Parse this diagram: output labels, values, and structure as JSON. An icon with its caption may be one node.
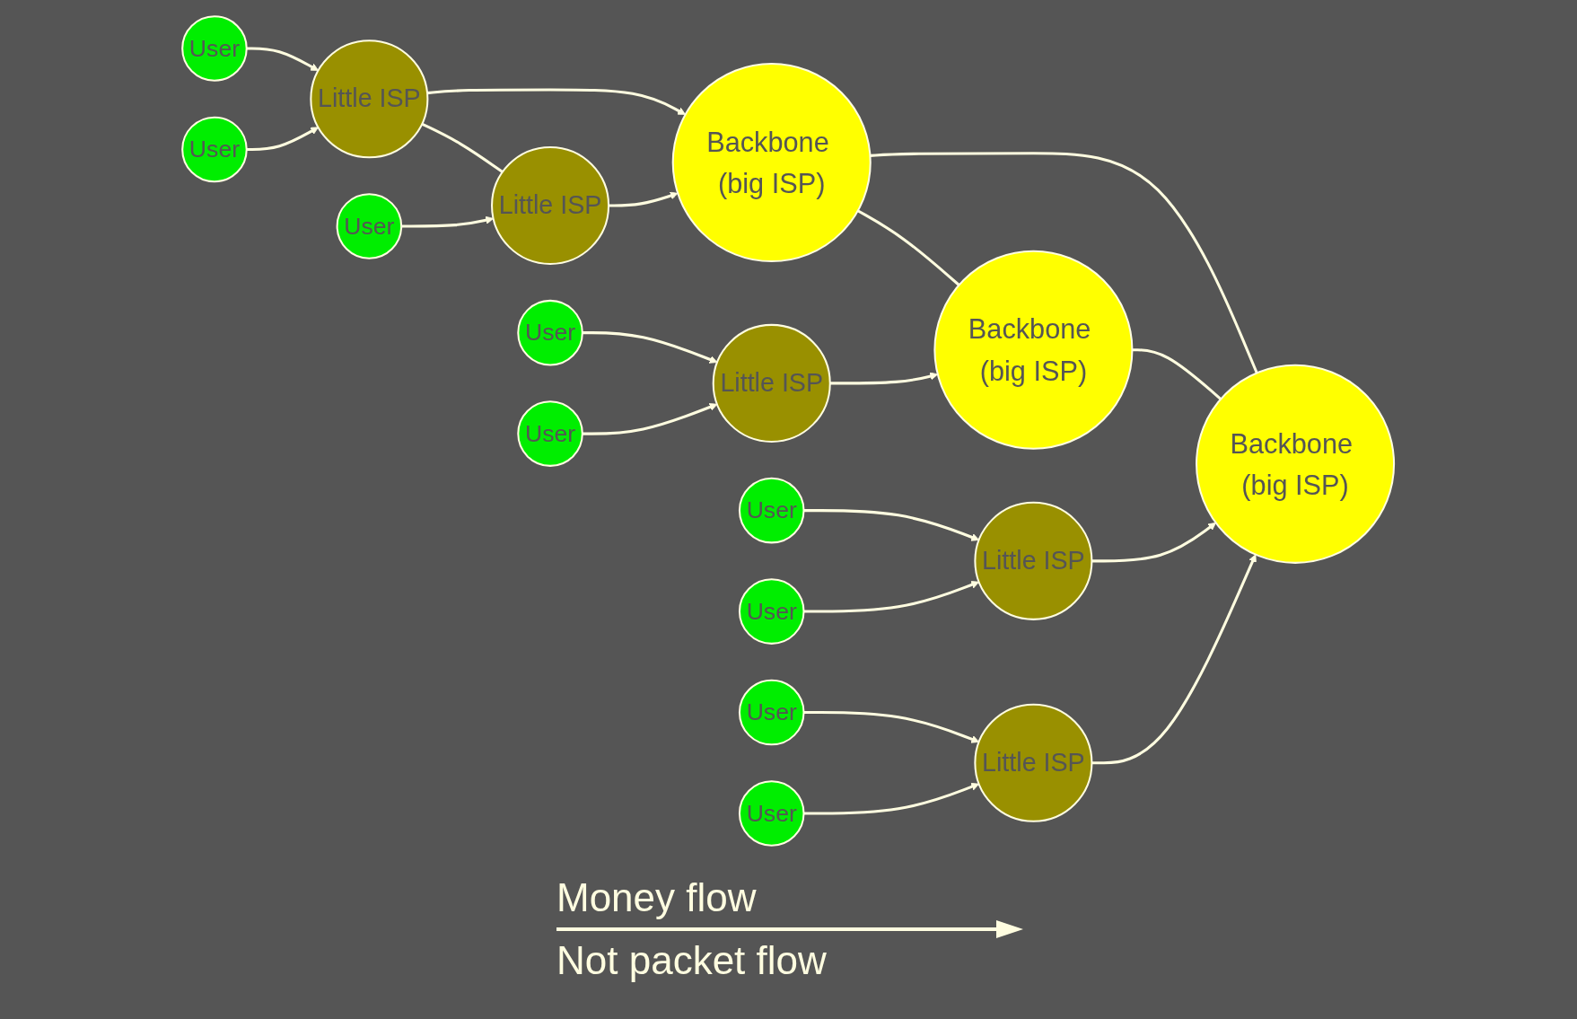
{
  "diagram": {
    "nodes": [
      {
        "text": [
          "User"
        ]
      },
      {
        "text": [
          "Little ISP"
        ]
      },
      {
        "text": [
          "User"
        ]
      },
      {
        "text": [
          "Little ISP"
        ]
      },
      {
        "text": [
          "User"
        ]
      },
      {
        "text": [
          "Backbone (big ISP)"
        ]
      },
      {
        "text": [
          "User"
        ]
      },
      {
        "text": [
          "Little ISP"
        ]
      },
      {
        "text": [
          "User"
        ]
      },
      {
        "text": [
          "Backbone (big ISP)"
        ]
      },
      {
        "text": [
          "User"
        ]
      },
      {
        "text": [
          "Little ISP"
        ]
      },
      {
        "text": [
          "Backbone (big ISP)"
        ]
      },
      {
        "text": [
          "User"
        ]
      },
      {
        "text": [
          "Little ISP"
        ]
      },
      {
        "text": [
          "User"
        ]
      },
      {
        "text": [
          "User"
        ]
      }
    ],
    "edges": [
      {
        "from": 0,
        "to": 1,
        "arrow": "to"
      },
      {
        "from": 2,
        "to": 1,
        "arrow": "to"
      },
      {
        "from": 1,
        "to": 5,
        "arrow": "to"
      },
      {
        "from": 1,
        "to": 3,
        "arrow": "none"
      },
      {
        "from": 4,
        "to": 3,
        "arrow": "to"
      },
      {
        "from": 3,
        "to": 5,
        "arrow": "to"
      },
      {
        "from": 5,
        "to": 9,
        "arrow": "none"
      },
      {
        "from": 5,
        "to": 12,
        "arrow": "none"
      },
      {
        "from": 12,
        "to": 9,
        "arrow": "none"
      },
      {
        "from": 6,
        "to": 7,
        "arrow": "to"
      },
      {
        "from": 8,
        "to": 7,
        "arrow": "to"
      },
      {
        "from": 7,
        "to": 9,
        "arrow": "to"
      },
      {
        "from": 10,
        "to": 11,
        "arrow": "to"
      },
      {
        "from": 15,
        "to": 11,
        "arrow": "to"
      },
      {
        "from": 11,
        "to": 12,
        "arrow": "to"
      },
      {
        "from": 13,
        "to": 14,
        "arrow": "to"
      },
      {
        "from": 16,
        "to": 14,
        "arrow": "to"
      },
      {
        "from": 14,
        "to": 9,
        "arrow": "to"
      }
    ],
    "labels": [
      "Money flow",
      "Not packet flow"
    ]
  }
}
